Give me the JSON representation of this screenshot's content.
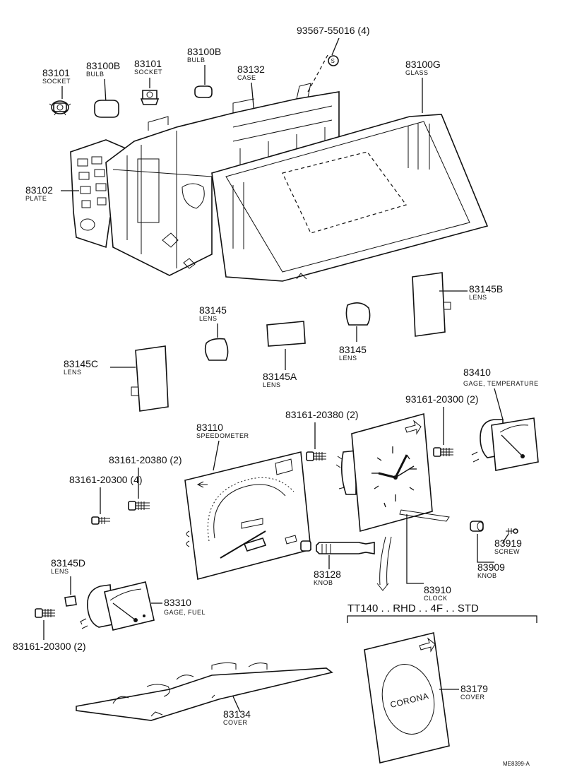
{
  "parts": {
    "socket_left": {
      "number": "83101",
      "name": "SOCKET"
    },
    "bulb_left": {
      "number": "83100B",
      "name": "BULB"
    },
    "socket_right": {
      "number": "83101",
      "name": "SOCKET"
    },
    "bulb_right": {
      "number": "83100B",
      "name": "BULB"
    },
    "screw_top": {
      "number": "93567-55016 (4)",
      "symbol": "S"
    },
    "case": {
      "number": "83132",
      "name": "CASE"
    },
    "glass": {
      "number": "83100G",
      "name": "GLASS"
    },
    "plate": {
      "number": "83102",
      "name": "PLATE"
    },
    "lens_b": {
      "number": "83145B",
      "name": "LENS"
    },
    "lens_left": {
      "number": "83145",
      "name": "LENS"
    },
    "lens_right": {
      "number": "83145",
      "name": "LENS"
    },
    "lens_a": {
      "number": "83145A",
      "name": "LENS"
    },
    "lens_c": {
      "number": "83145C",
      "name": "LENS"
    },
    "gage_temp": {
      "number": "83410",
      "name": "GAGE, TEMPERATURE"
    },
    "screw_temp": {
      "number": "93161-20300 (2)"
    },
    "screw_clock": {
      "number": "83161-20380 (2)"
    },
    "speedometer": {
      "number": "83110",
      "name": "SPEEDOMETER"
    },
    "screw_speedo_a": {
      "number": "83161-20380 (2)"
    },
    "screw_speedo_b": {
      "number": "83161-20300 (4)"
    },
    "lens_d": {
      "number": "83145D",
      "name": "LENS"
    },
    "gage_fuel": {
      "number": "83310",
      "name": "GAGE, FUEL"
    },
    "screw_fuel": {
      "number": "83161-20300 (2)"
    },
    "knob_speedo": {
      "number": "83128",
      "name": "KNOB"
    },
    "screw_919": {
      "number": "83919",
      "name": "SCREW"
    },
    "knob_clock": {
      "number": "83909",
      "name": "KNOB"
    },
    "clock": {
      "number": "83910",
      "name": "CLOCK"
    },
    "cover_bottom": {
      "number": "83134",
      "name": "COVER"
    },
    "cover_corona": {
      "number": "83179",
      "name": "COVER",
      "emblem": "CORONA"
    }
  },
  "variant_header": "TT140 . . RHD . . 4F . . STD",
  "figure_code": "ME8399-A"
}
